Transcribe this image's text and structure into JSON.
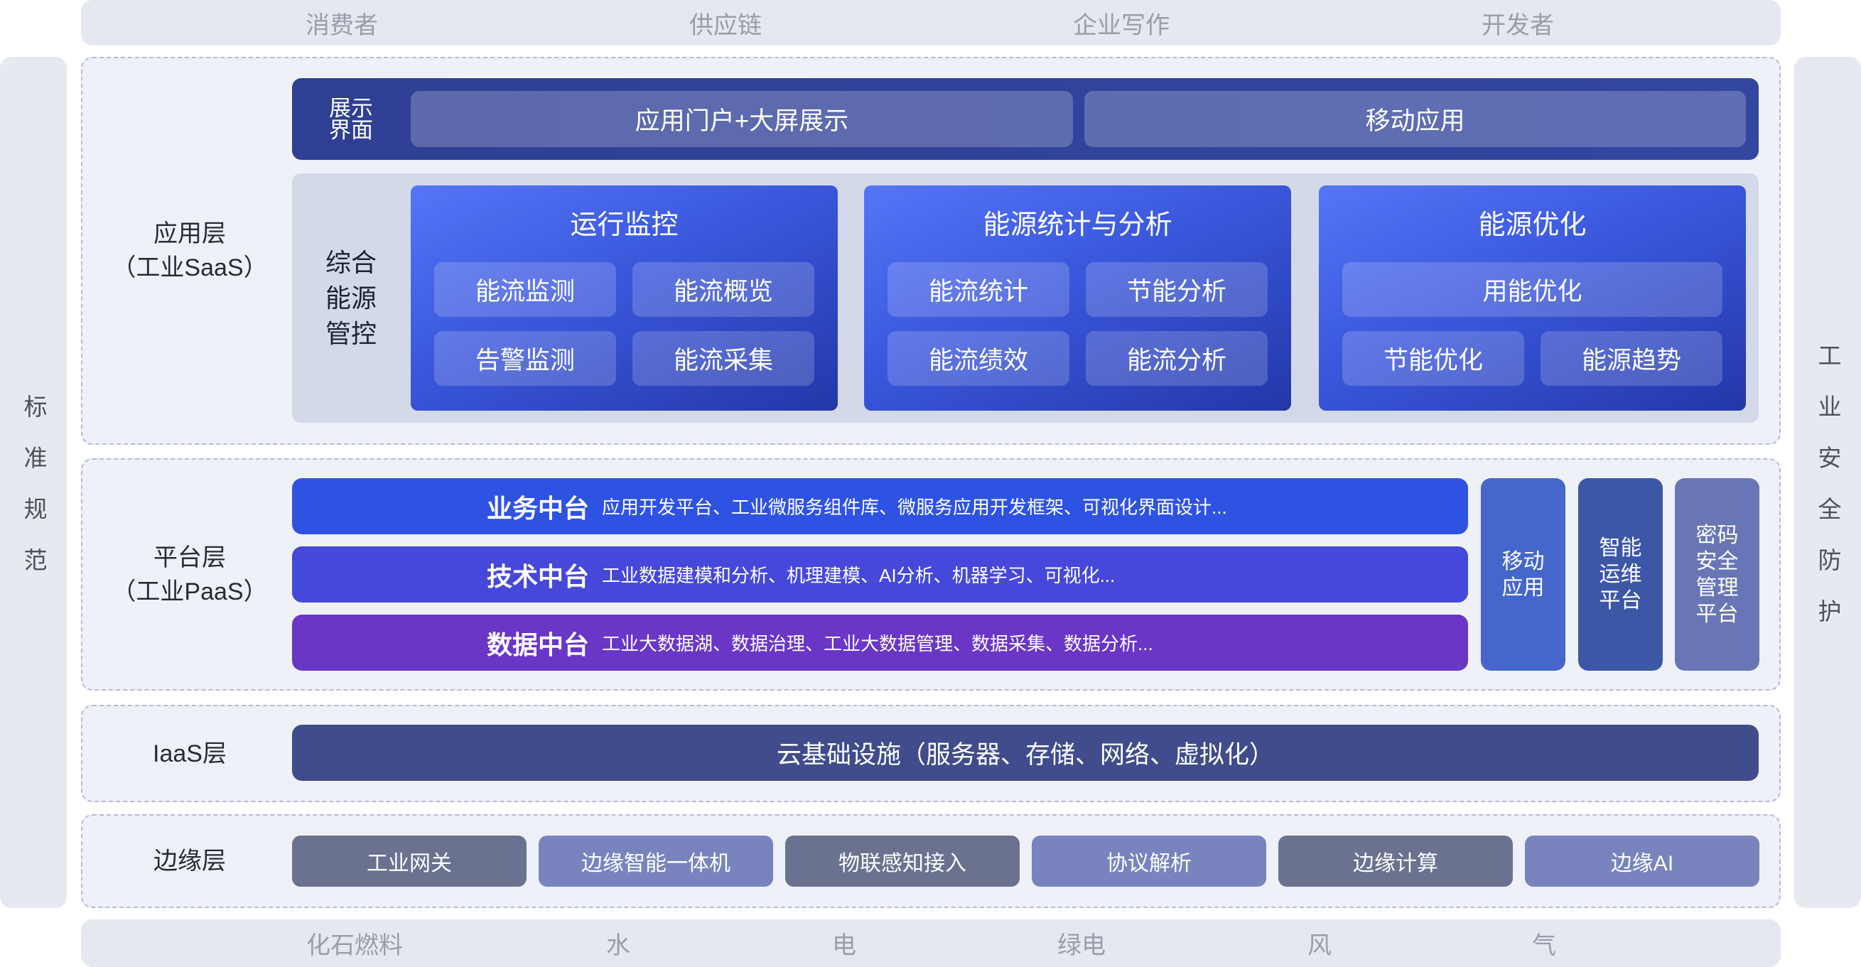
{
  "top_bar": {
    "items": [
      "消费者",
      "供应链",
      "企业写作",
      "开发者"
    ]
  },
  "left_bar": {
    "text": "标准规范"
  },
  "right_bar": {
    "text": "工业安全防护"
  },
  "application_layer": {
    "label": "应用层",
    "sublabel": "（工业SaaS）",
    "display": {
      "label": "展示\n界面",
      "items": [
        "应用门户+大屏展示",
        "移动应用"
      ]
    },
    "energy_management": {
      "label": "综合\n能源\n管控",
      "cards": [
        {
          "title": "运行监控",
          "items": [
            "能流监测",
            "能流概览",
            "告警监测",
            "能流采集"
          ]
        },
        {
          "title": "能源统计与分析",
          "items": [
            "能流统计",
            "节能分析",
            "能流绩效",
            "能流分析"
          ]
        },
        {
          "title": "能源优化",
          "items": [
            "用能优化",
            "节能优化",
            "能源趋势"
          ]
        }
      ]
    }
  },
  "platform_layer": {
    "label": "平台层",
    "sublabel": "（工业PaaS）",
    "bars": [
      {
        "title": "业务中台",
        "desc": "应用开发平台、工业微服务组件库、微服务应用开发框架、可视化界面设计...",
        "color": "#2e53e2"
      },
      {
        "title": "技术中台",
        "desc": "工业数据建模和分析、机理建模、AI分析、机器学习、可视化...",
        "color": "#4548d8"
      },
      {
        "title": "数据中台",
        "desc": "工业大数据湖、数据治理、工业大数据管理、数据采集、数据分析...",
        "color": "#6a36c6"
      }
    ],
    "side_boxes": [
      {
        "label": "移动\n应用",
        "color": "#4567cb"
      },
      {
        "label": "智能\n运维\n平台",
        "color": "#3d57a7"
      },
      {
        "label": "密码\n安全\n管理\n平台",
        "color": "#6976b6"
      }
    ]
  },
  "iaas_layer": {
    "label": "IaaS层",
    "bar": {
      "label": "云基础设施（服务器、存储、网络、虚拟化）",
      "color": "#404c8b"
    }
  },
  "edge_layer": {
    "label": "边缘层",
    "items": [
      {
        "label": "工业网关",
        "color": "#6a7290"
      },
      {
        "label": "边缘智能一体机",
        "color": "#7984be"
      },
      {
        "label": "物联感知接入",
        "color": "#6a7290"
      },
      {
        "label": "协议解析",
        "color": "#7984be"
      },
      {
        "label": "边缘计算",
        "color": "#6a7290"
      },
      {
        "label": "边缘AI",
        "color": "#7984be"
      }
    ]
  },
  "bottom_bar": {
    "items": [
      "化石燃料",
      "水",
      "电",
      "绿电",
      "风",
      "气"
    ]
  }
}
